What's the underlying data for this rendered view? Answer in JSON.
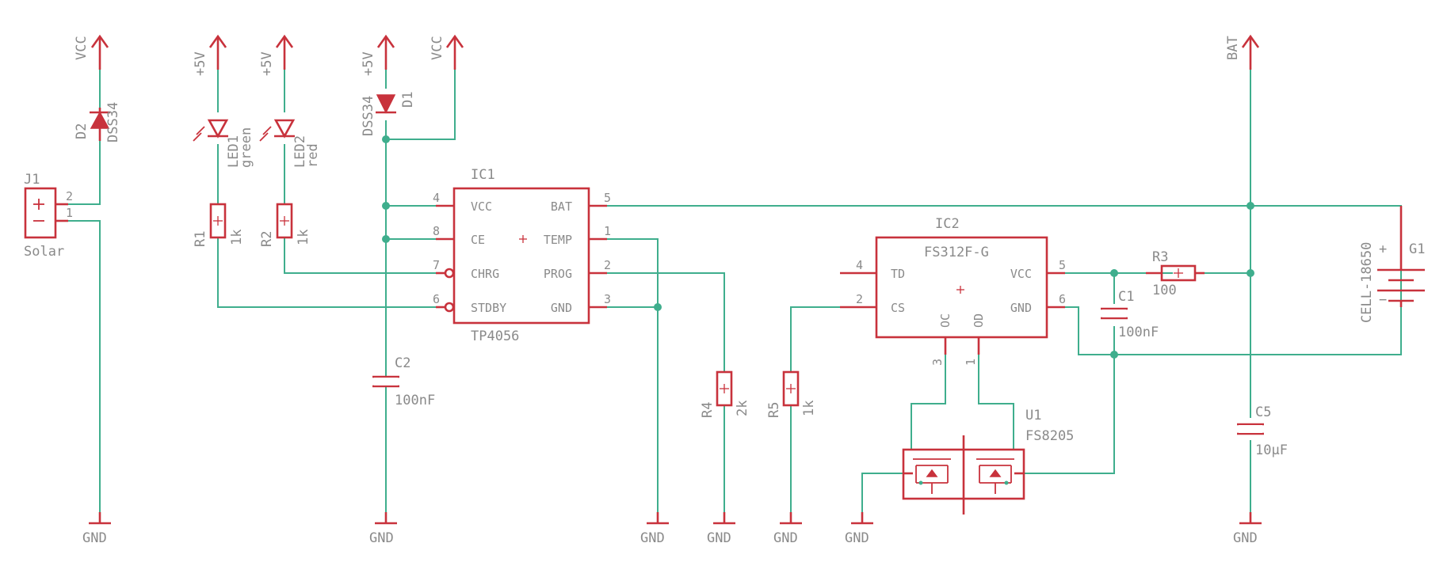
{
  "supply": {
    "vcc": "VCC",
    "p5v": "+5V",
    "bat": "BAT",
    "gnd": "GND"
  },
  "parts": {
    "j1": {
      "ref": "J1",
      "value": "Solar",
      "pins": [
        "2",
        "1"
      ]
    },
    "d2": {
      "ref": "D2",
      "value": "DSS34"
    },
    "d1": {
      "ref": "D1",
      "value": "DSS34"
    },
    "led1": {
      "ref": "LED1",
      "value": "green"
    },
    "led2": {
      "ref": "LED2",
      "value": "red"
    },
    "r1": {
      "ref": "R1",
      "value": "1k"
    },
    "r2": {
      "ref": "R2",
      "value": "1k"
    },
    "r3": {
      "ref": "R3",
      "value": "100"
    },
    "r4": {
      "ref": "R4",
      "value": "2k"
    },
    "r5": {
      "ref": "R5",
      "value": "1k"
    },
    "c1": {
      "ref": "C1",
      "value": "100nF"
    },
    "c2": {
      "ref": "C2",
      "value": "100nF"
    },
    "c5": {
      "ref": "C5",
      "value": "10µF"
    },
    "g1": {
      "ref": "G1",
      "value": "CELL-18650",
      "plus": "+",
      "minus": "−"
    },
    "ic1": {
      "ref": "IC1",
      "value": "TP4056",
      "left": [
        {
          "num": "4",
          "name": "VCC"
        },
        {
          "num": "8",
          "name": "CE"
        },
        {
          "num": "7",
          "name": "CHRG"
        },
        {
          "num": "6",
          "name": "STDBY"
        }
      ],
      "right": [
        {
          "num": "5",
          "name": "BAT"
        },
        {
          "num": "1",
          "name": "TEMP"
        },
        {
          "num": "2",
          "name": "PROG"
        },
        {
          "num": "3",
          "name": "GND"
        }
      ]
    },
    "ic2": {
      "ref": "IC2",
      "value": "FS312F-G",
      "left": [
        {
          "num": "4",
          "name": "TD"
        },
        {
          "num": "2",
          "name": "CS"
        }
      ],
      "right": [
        {
          "num": "5",
          "name": "VCC"
        },
        {
          "num": "6",
          "name": "GND"
        }
      ],
      "bottom": [
        {
          "num": "3",
          "name": "OC"
        },
        {
          "num": "1",
          "name": "OD"
        }
      ]
    },
    "u1": {
      "ref": "U1",
      "value": "FS8205"
    }
  }
}
